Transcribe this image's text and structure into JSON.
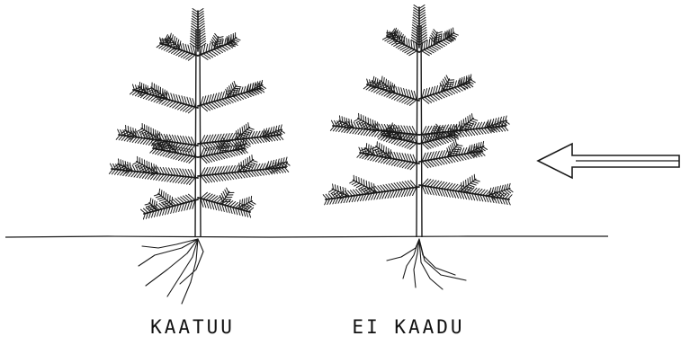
{
  "labels": {
    "left": "KAATUU",
    "right": "EI KAADU"
  },
  "colors": {
    "ink": "#1a1a1a",
    "background": "#ffffff"
  },
  "arrow_direction": "left"
}
